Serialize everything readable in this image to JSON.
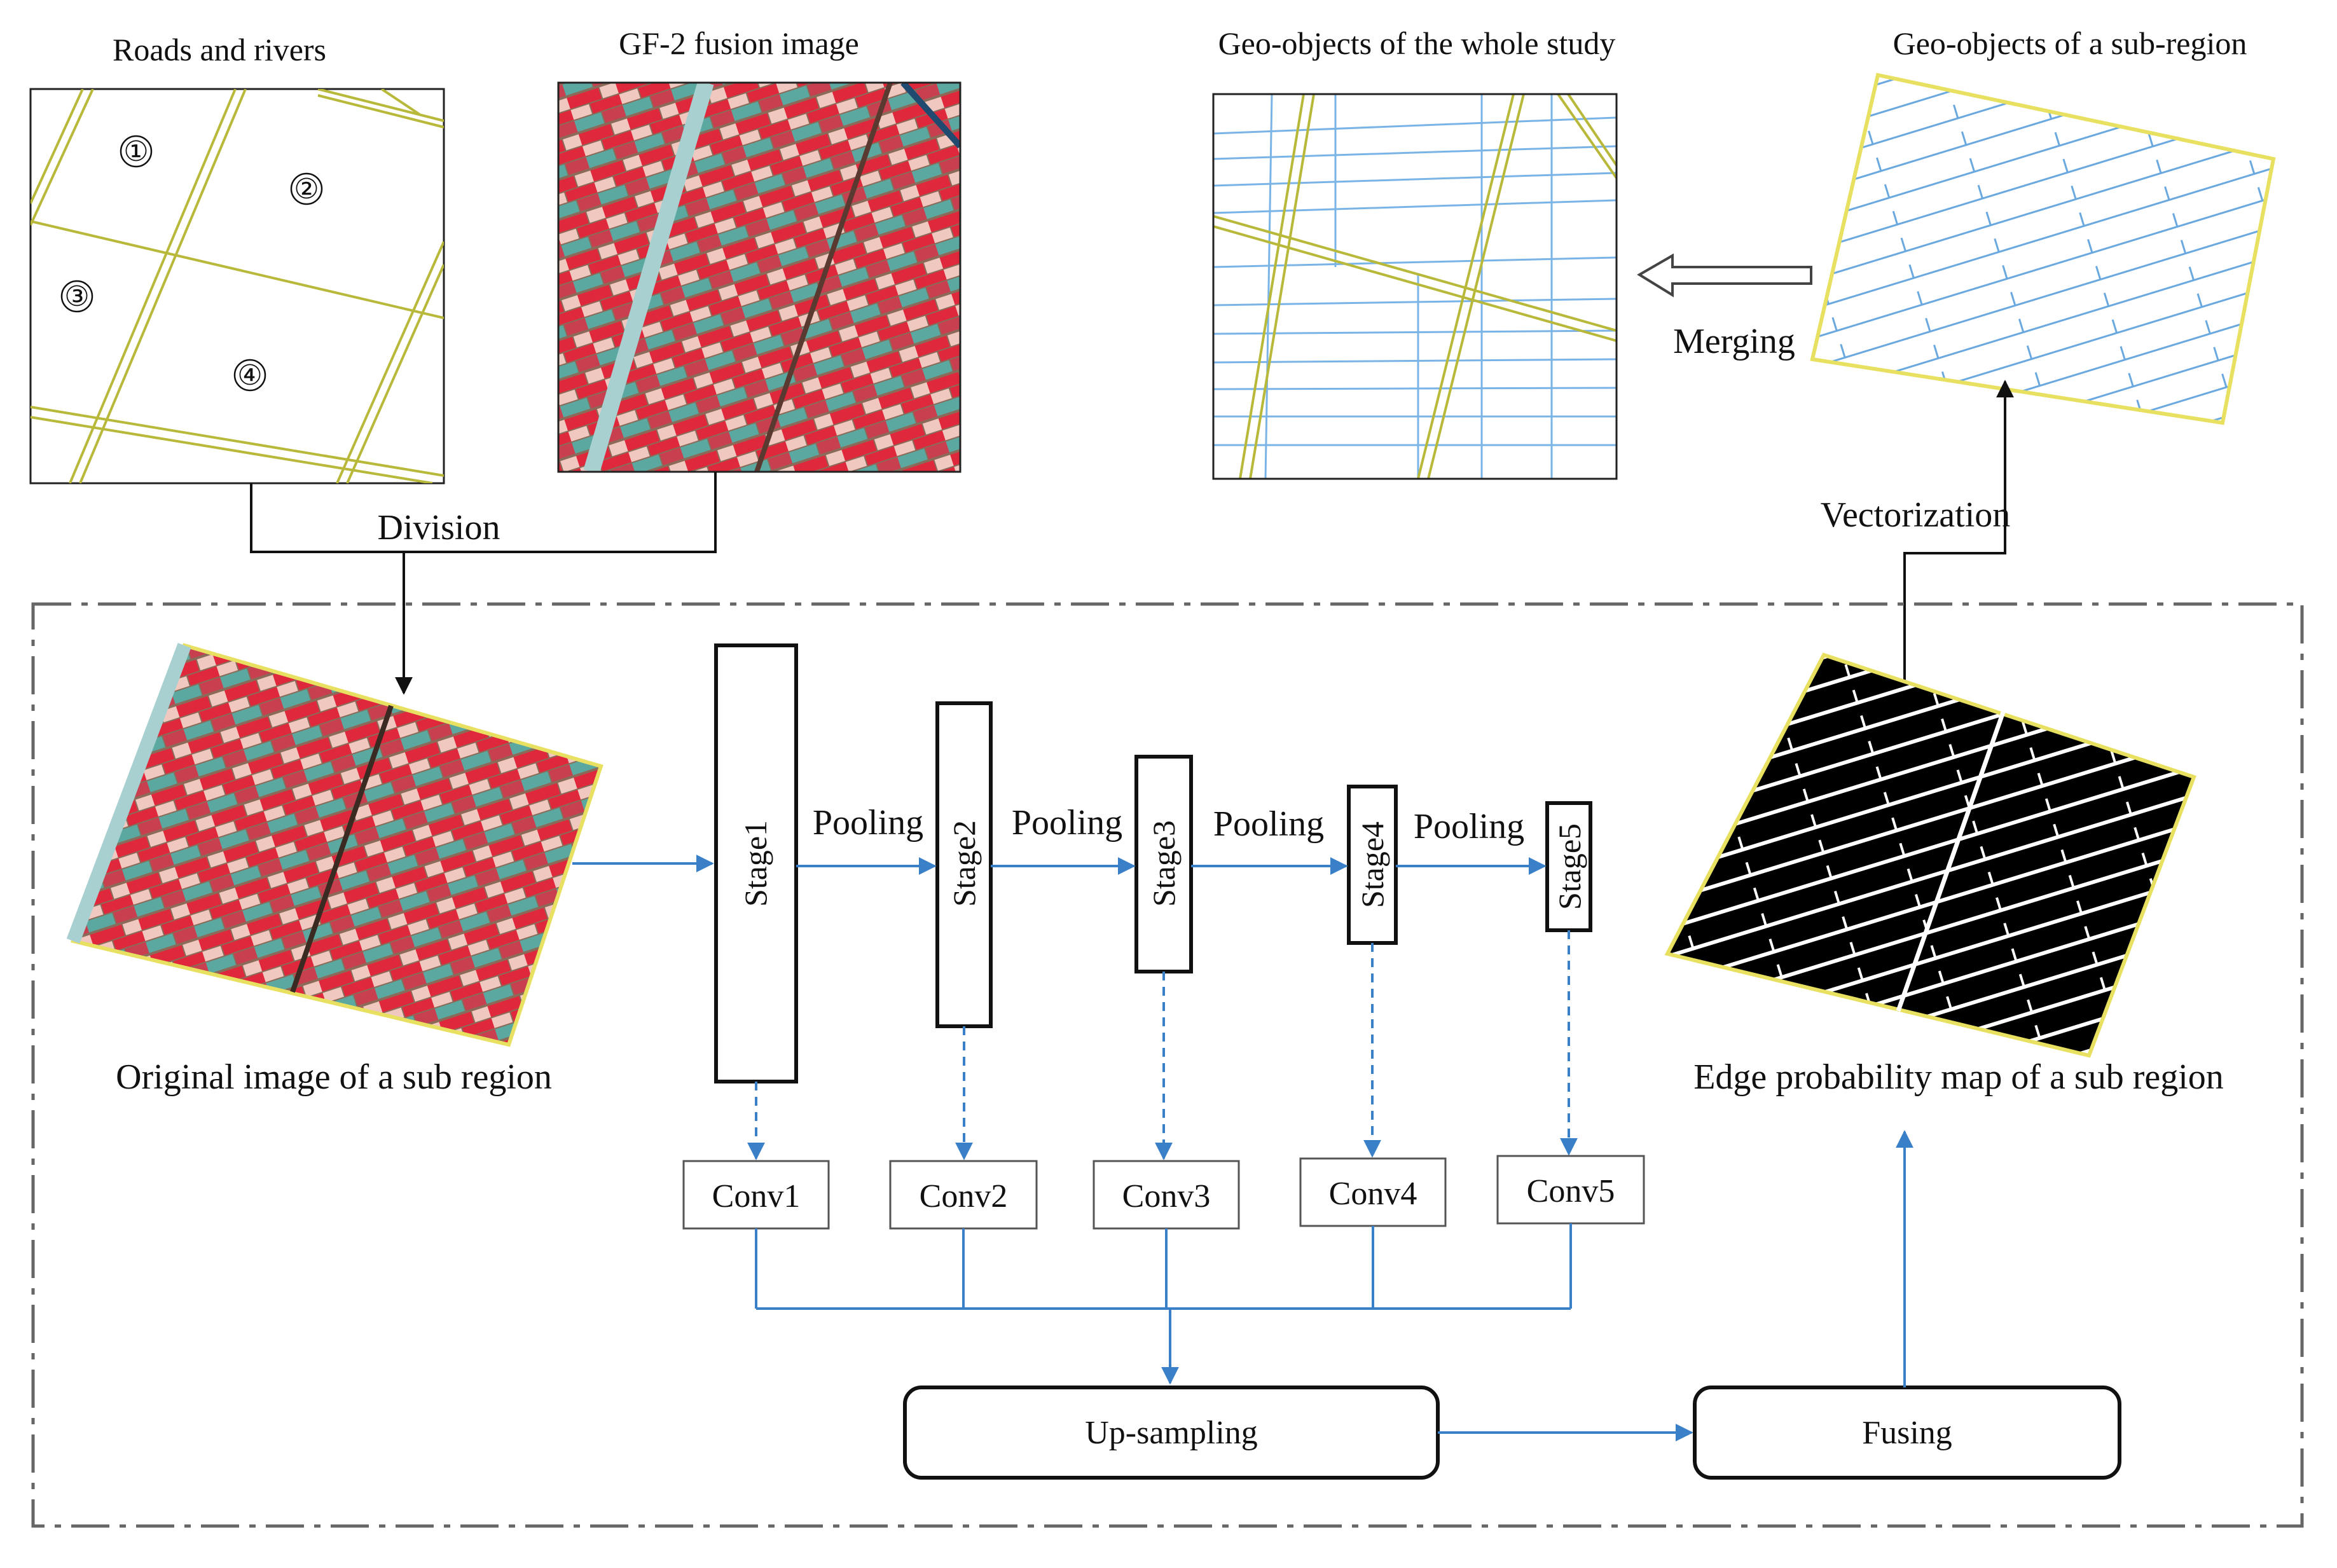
{
  "panels": {
    "roads_rivers": {
      "title": "Roads and rivers",
      "regions": [
        "①",
        "②",
        "③",
        "④"
      ]
    },
    "gf2": {
      "title": "GF-2 fusion image"
    },
    "whole_study": {
      "title": "Geo-objects of the whole study"
    },
    "sub_region": {
      "title": "Geo-objects of a sub-region"
    },
    "original": {
      "caption": "Original image of a sub region"
    },
    "edge_map": {
      "caption": "Edge probability map of a sub region"
    }
  },
  "flow": {
    "division": "Division",
    "merging": "Merging",
    "vectorization": "Vectorization"
  },
  "network": {
    "stages": [
      "Stage1",
      "Stage2",
      "Stage3",
      "Stage4",
      "Stage5"
    ],
    "pooling": [
      "Pooling",
      "Pooling",
      "Pooling",
      "Pooling"
    ],
    "convs": [
      "Conv1",
      "Conv2",
      "Conv3",
      "Conv4",
      "Conv5"
    ],
    "upsampling": "Up-sampling",
    "fusing": "Fusing"
  },
  "colors": {
    "road": "#b8b83a",
    "blue_line": "#4a90d0",
    "field_red": "#e0283c",
    "field_pink": "#f0c8c0",
    "field_teal": "#5aa8a0",
    "field_brown": "#8a6a58"
  }
}
